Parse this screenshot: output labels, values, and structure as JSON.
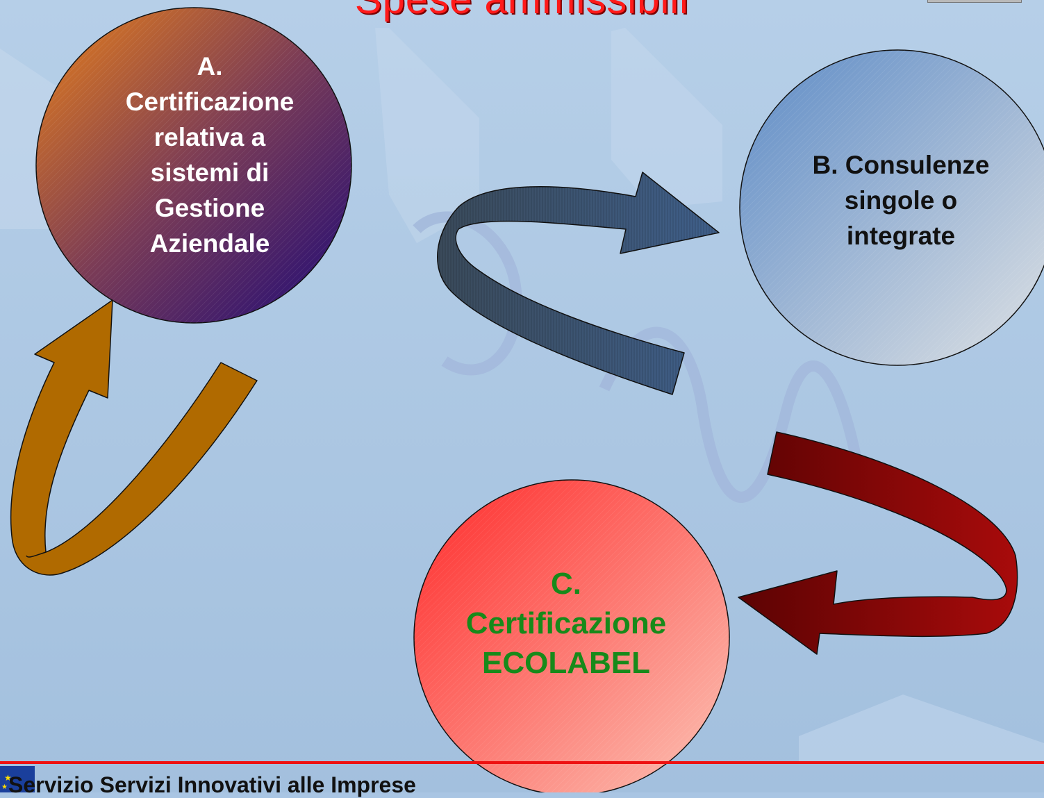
{
  "title": "Spese ammissibili",
  "nodes": {
    "a": {
      "lines": [
        "A.",
        "Certificazione",
        "relativa a",
        "sistemi di",
        "Gestione",
        "Aziendale"
      ]
    },
    "b": {
      "lines": [
        "B. Consulenze",
        "singole o",
        "integrate"
      ]
    },
    "c": {
      "lines": [
        "C.",
        "Certificazione",
        "ECOLABEL"
      ]
    }
  },
  "footer": {
    "text": "Servizio Servizi Innovativi alle Imprese"
  },
  "colors": {
    "title": "#ff1a1a",
    "circle_a": [
      "#e2781a",
      "#2a0c70"
    ],
    "circle_b": [
      "#6a93c8",
      "#d8dde2"
    ],
    "circle_c": [
      "#ff3030",
      "#fbbdb0"
    ],
    "arrow_orange": "#b36a00",
    "arrow_slate": "#3f5873",
    "arrow_darkred": "#8a0a0a",
    "footer_line": "#ee1111",
    "text_c": "#178a1a"
  }
}
